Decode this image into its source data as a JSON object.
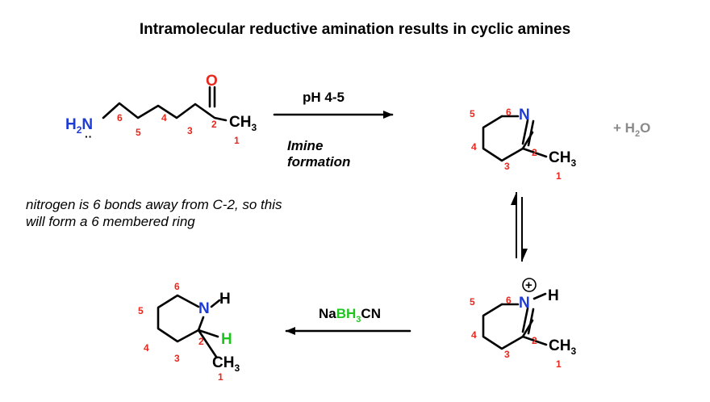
{
  "title": "Intramolecular reductive amination results in cyclic amines",
  "note": {
    "line1": "nitrogen is 6 bonds away from C-2, so this",
    "line2": "will form a 6 membered ring"
  },
  "colors": {
    "carbon_number": "#e8281e",
    "oxygen": "#e8281e",
    "nitrogen": "#1f3bd6",
    "added_hydrogen": "#1fc51f",
    "ink": "#000000"
  },
  "step1": {
    "condition": "pH 4-5",
    "label_line1": "Imine",
    "label_line2": "formation"
  },
  "step2": {
    "reagent_na": "Na",
    "reagent_bh": "BH",
    "reagent_sub": "3",
    "reagent_cn": "CN"
  },
  "byproduct": {
    "prefix": "+ H",
    "sub": "2",
    "suffix": "O"
  },
  "atoms": {
    "O": "O",
    "N": "N",
    "H": "H",
    "H2": "H",
    "sub2": "2",
    "C": "CH",
    "sub3": "3",
    "plus": "+"
  },
  "numbers": [
    "1",
    "2",
    "3",
    "4",
    "5",
    "6"
  ]
}
